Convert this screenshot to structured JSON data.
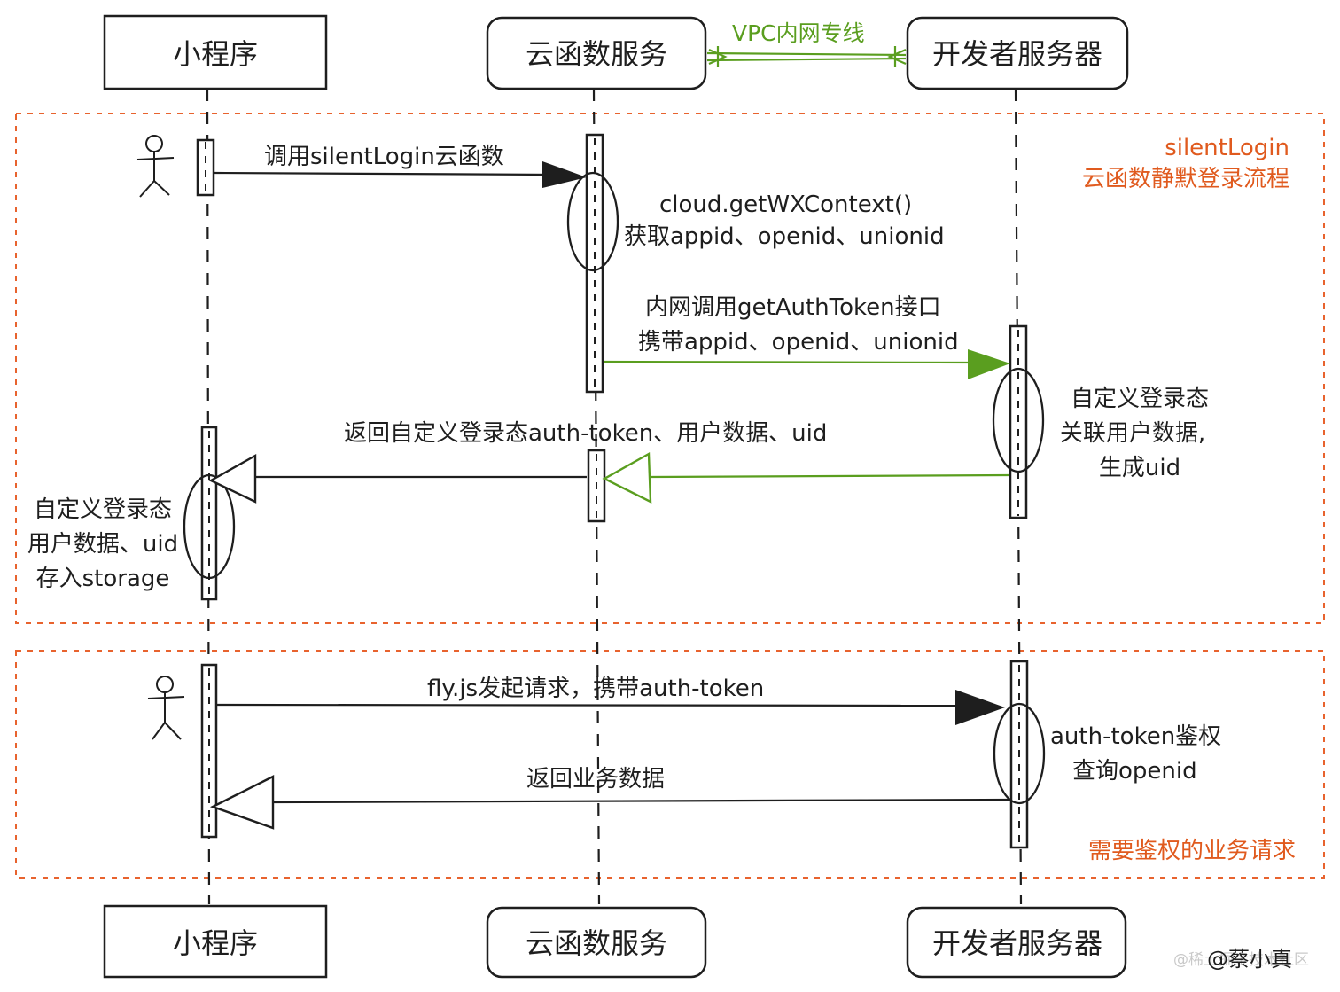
{
  "participants": {
    "mini_program": "小程序",
    "cloud_function": "云函数服务",
    "dev_server": "开发者服务器"
  },
  "vpc_label": "VPC内网专线",
  "frame1": {
    "title_line1": "silentLogin",
    "title_line2": "云函数静默登录流程"
  },
  "frame2": {
    "title": "需要鉴权的业务请求"
  },
  "messages": {
    "call_silent_login": "调用silentLogin云函数",
    "get_context_line1": "cloud.getWXContext()",
    "get_context_line2": "获取appid、openid、unionid",
    "auth_token_call_line1": "内网调用getAuthToken接口",
    "auth_token_call_line2": "携带appid、openid、unionid",
    "custom_state_line1": "自定义登录态",
    "custom_state_line2": "关联用户数据,",
    "custom_state_line3": "生成uid",
    "return_token": "返回自定义登录态auth-token、用户数据、uid",
    "store_line1": "自定义登录态",
    "store_line2": "用户数据、uid",
    "store_line3": "存入storage",
    "fly_request": "fly.js发起请求，携带auth-token",
    "auth_check_line1": "auth-token鉴权",
    "auth_check_line2": "查询openid",
    "return_business": "返回业务数据"
  },
  "watermark": "@稀土掘金技术社区",
  "signature": "@蔡小真",
  "colors": {
    "ink": "#1e1e1e",
    "frame_orange": "#e8632e",
    "title_orange": "#e05a1e",
    "vpc_green": "#5a9e1f"
  }
}
